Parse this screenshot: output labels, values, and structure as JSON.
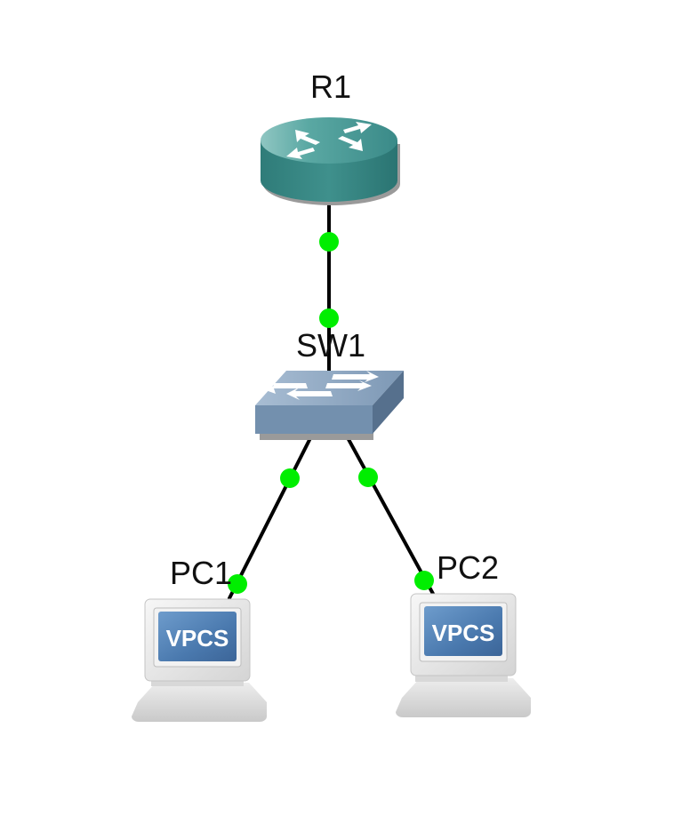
{
  "nodes": {
    "r1": {
      "label": "R1",
      "kind": "router"
    },
    "sw1": {
      "label": "SW1",
      "kind": "switch"
    },
    "pc1": {
      "label": "PC1",
      "kind": "vpcs",
      "screen_text": "VPCS"
    },
    "pc2": {
      "label": "PC2",
      "kind": "vpcs",
      "screen_text": "VPCS"
    }
  },
  "links": [
    {
      "from": "R1",
      "to": "SW1",
      "status": "up"
    },
    {
      "from": "SW1",
      "to": "PC1",
      "status": "up"
    },
    {
      "from": "SW1",
      "to": "PC2",
      "status": "up"
    }
  ],
  "colors": {
    "link_up_indicator": "#00ee00",
    "router": "#3a8a88",
    "switch": "#7390ae",
    "vpcs_screen": "#4a79ae"
  }
}
